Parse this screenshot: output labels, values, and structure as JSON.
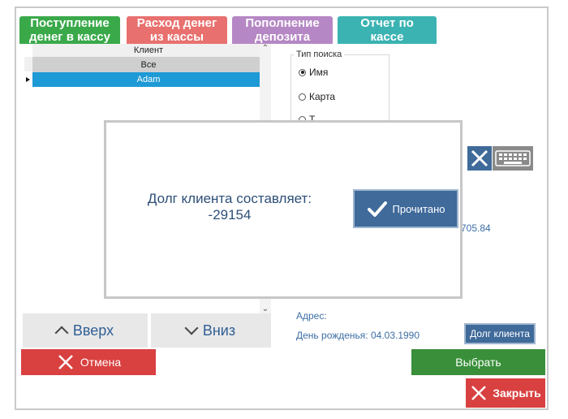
{
  "tabs": [
    {
      "line1": "Поступление",
      "line2": "денег в кассу",
      "color": "#3aa94a"
    },
    {
      "line1": "Расход денег",
      "line2": "из кассы",
      "color": "#e8706e"
    },
    {
      "line1": "Пополнение",
      "line2": "депозита",
      "color": "#b587c4"
    },
    {
      "line1": "Отчет по",
      "line2": "кассе",
      "color": "#3bb3b2"
    }
  ],
  "table": {
    "column_header": "Клиент",
    "rows": [
      {
        "label": "Все",
        "selected": false
      },
      {
        "label": "Adam",
        "selected": true
      }
    ]
  },
  "navigation": {
    "up_label": "Вверх",
    "down_label": "Вниз"
  },
  "search_type": {
    "legend": "Тип поиска",
    "options": [
      {
        "label": "Имя",
        "checked": true
      },
      {
        "label": "Карта",
        "checked": false
      },
      {
        "label": "Т",
        "checked": false
      }
    ]
  },
  "client_info": {
    "balance_partial": "705.84",
    "address_label": "Адрес:",
    "birthday_text": "День рожденья: 04.03.1990"
  },
  "buttons": {
    "debt_label": "Долг клиента",
    "cancel_label": "Отмена",
    "select_label": "Выбрать",
    "close_label": "Закрыть"
  },
  "modal": {
    "message_line1": "Долг клиента составляет:",
    "message_line2": "-29154",
    "ok_label": "Прочитано"
  },
  "colors": {
    "accent_blue": "#3f6a9a",
    "selected_row": "#1e9ad6",
    "cancel_red": "#d94040",
    "select_green": "#3a8f3a",
    "close_red": "#d94040"
  }
}
